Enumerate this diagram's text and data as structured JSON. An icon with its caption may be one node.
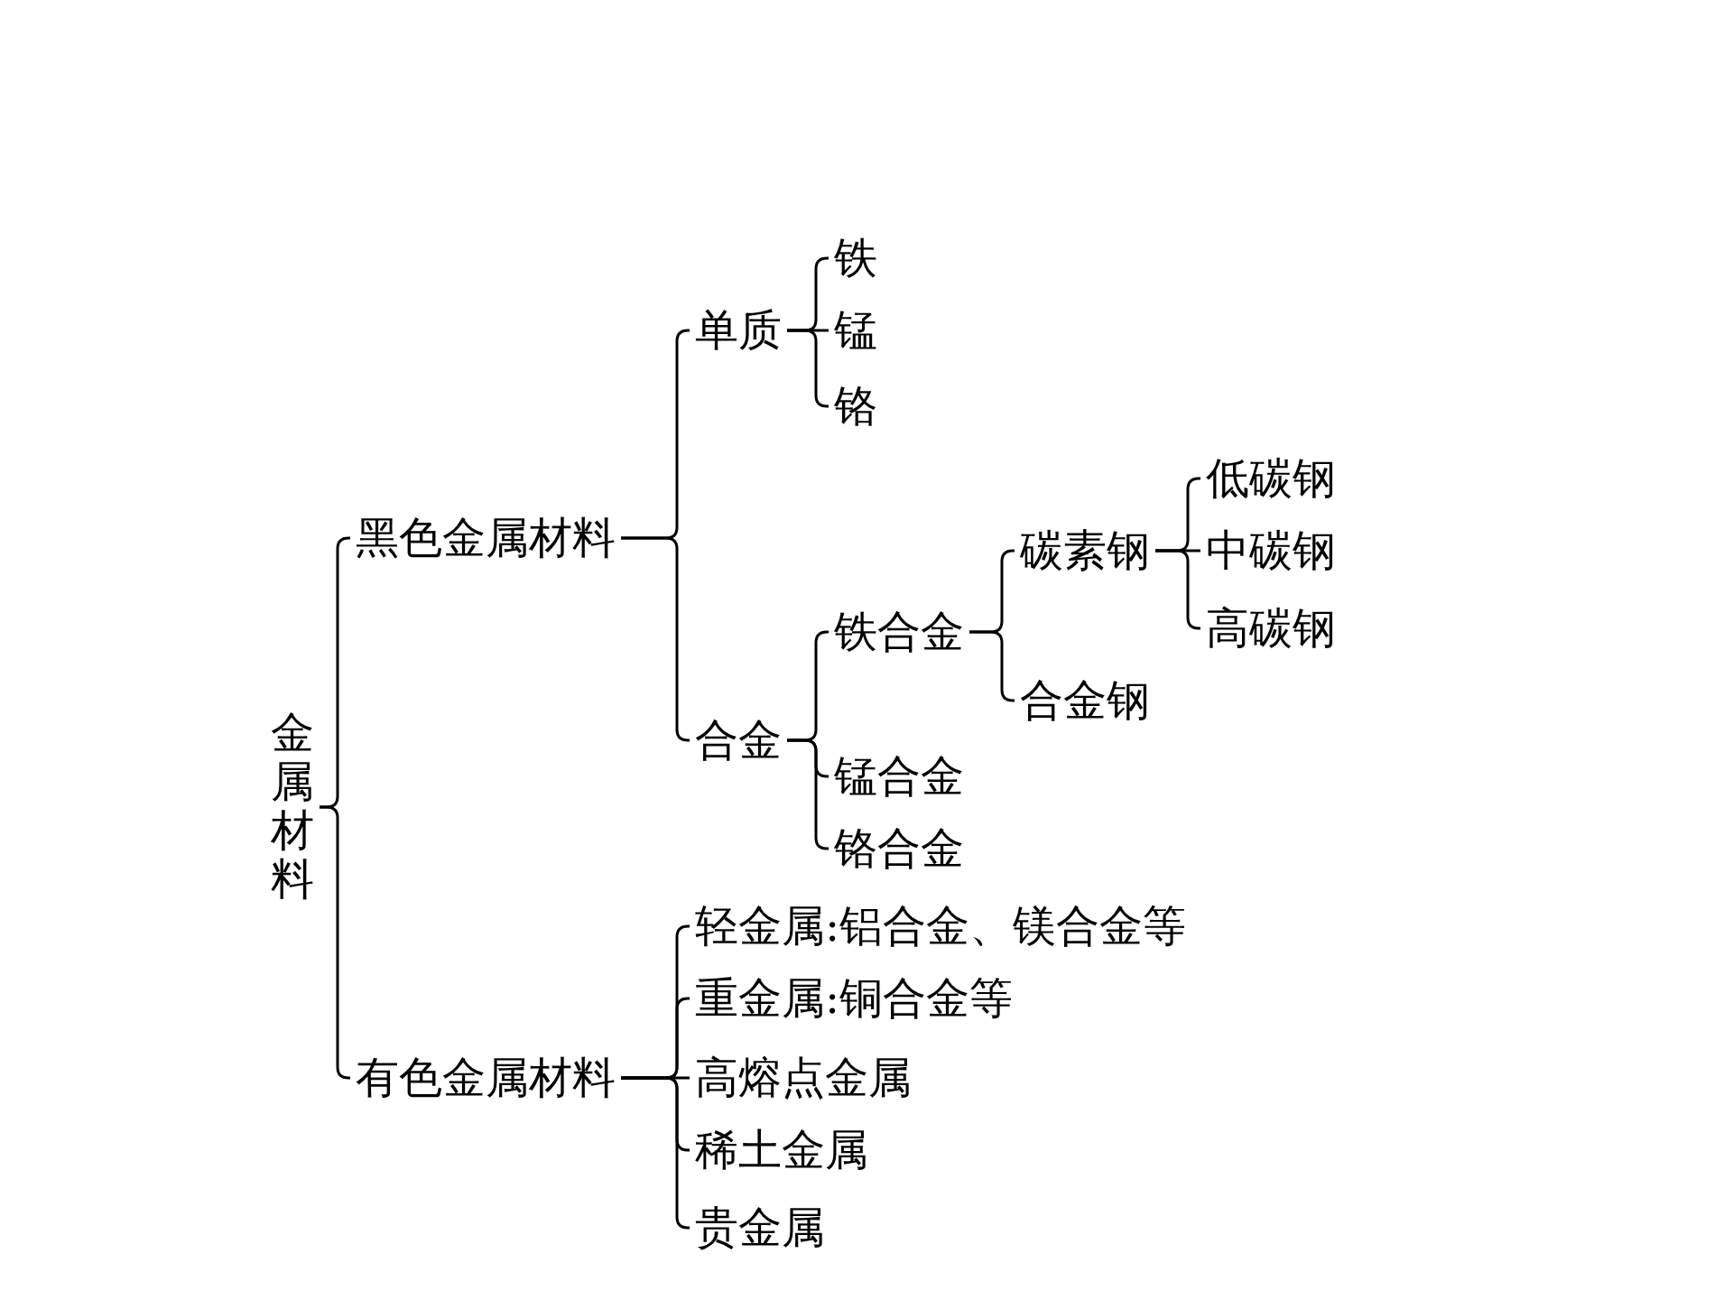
{
  "diagram": {
    "nodes": [
      {
        "text": [
          "金属材料"
        ]
      },
      {
        "text": [
          "黑色金属材料"
        ]
      },
      {
        "text": [
          "单质"
        ]
      },
      {
        "text": [
          "铁"
        ]
      },
      {
        "text": [
          "锰"
        ]
      },
      {
        "text": [
          "铬"
        ]
      },
      {
        "text": [
          "合金"
        ]
      },
      {
        "text": [
          "铁合金"
        ]
      },
      {
        "text": [
          "碳素钢"
        ]
      },
      {
        "text": [
          "低碳钢"
        ]
      },
      {
        "text": [
          "中碳钢"
        ]
      },
      {
        "text": [
          "高碳钢"
        ]
      },
      {
        "text": [
          "合金钢"
        ]
      },
      {
        "text": [
          "锰合金"
        ]
      },
      {
        "text": [
          "铬合金"
        ]
      },
      {
        "text": [
          "有色金属材料"
        ]
      },
      {
        "text": [
          "轻金属:铝合金、镁合金等"
        ]
      },
      {
        "text": [
          "重金属:铜合金等"
        ]
      },
      {
        "text": [
          "高熔点金属"
        ]
      },
      {
        "text": [
          "稀土金属"
        ]
      },
      {
        "text": [
          "贵金属"
        ]
      }
    ],
    "edges": [
      {
        "from": 0,
        "to": 1,
        "arrow": "none"
      },
      {
        "from": 0,
        "to": 15,
        "arrow": "none"
      },
      {
        "from": 1,
        "to": 2,
        "arrow": "none"
      },
      {
        "from": 1,
        "to": 6,
        "arrow": "none"
      },
      {
        "from": 2,
        "to": 3,
        "arrow": "none"
      },
      {
        "from": 2,
        "to": 4,
        "arrow": "none"
      },
      {
        "from": 2,
        "to": 5,
        "arrow": "none"
      },
      {
        "from": 6,
        "to": 7,
        "arrow": "none"
      },
      {
        "from": 6,
        "to": 13,
        "arrow": "none"
      },
      {
        "from": 6,
        "to": 14,
        "arrow": "none"
      },
      {
        "from": 7,
        "to": 8,
        "arrow": "none"
      },
      {
        "from": 7,
        "to": 12,
        "arrow": "none"
      },
      {
        "from": 8,
        "to": 9,
        "arrow": "none"
      },
      {
        "from": 8,
        "to": 10,
        "arrow": "none"
      },
      {
        "from": 8,
        "to": 11,
        "arrow": "none"
      },
      {
        "from": 15,
        "to": 16,
        "arrow": "none"
      },
      {
        "from": 15,
        "to": 17,
        "arrow": "none"
      },
      {
        "from": 15,
        "to": 18,
        "arrow": "none"
      },
      {
        "from": 15,
        "to": 19,
        "arrow": "none"
      },
      {
        "from": 15,
        "to": 20,
        "arrow": "none"
      }
    ]
  }
}
